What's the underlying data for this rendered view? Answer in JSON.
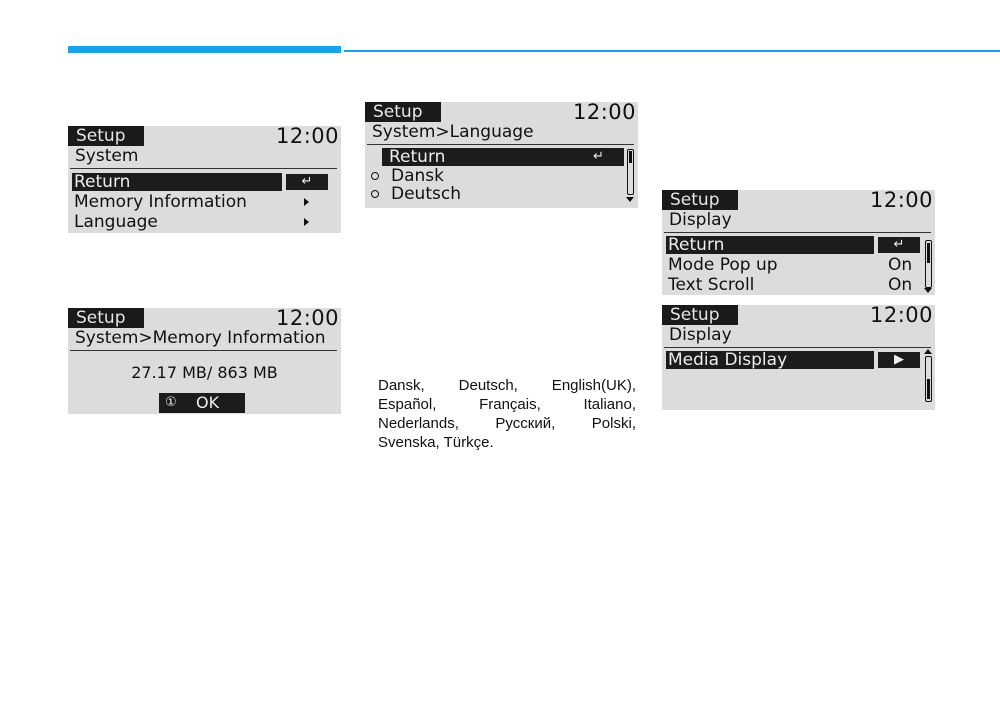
{
  "header": {
    "accent_color": "#1aa3e8"
  },
  "screens": {
    "system": {
      "tab": "Setup",
      "time": "12:00",
      "title": "System",
      "items": [
        {
          "label": "Return",
          "icon": "return-icon"
        },
        {
          "label": "Memory Information",
          "icon": "arrow-right-icon"
        },
        {
          "label": "Language",
          "icon": "arrow-right-icon"
        }
      ]
    },
    "memory": {
      "tab": "Setup",
      "time": "12:00",
      "title": "System>Memory Information",
      "usage": "27.17 MB/ 863 MB",
      "ok_index": "①",
      "ok_label": "OK"
    },
    "language": {
      "tab": "Setup",
      "time": "12:00",
      "title": "System>Language",
      "items": [
        {
          "label": "Return",
          "icon": "return-icon"
        },
        {
          "label": "Dansk"
        },
        {
          "label": "Deutsch"
        }
      ]
    },
    "display1": {
      "tab": "Setup",
      "time": "12:00",
      "title": "Display",
      "items": [
        {
          "label": "Return",
          "icon": "return-icon"
        },
        {
          "label": "Mode Pop up",
          "value": "On"
        },
        {
          "label": "Text Scroll",
          "value": "On"
        }
      ]
    },
    "display2": {
      "tab": "Setup",
      "time": "12:00",
      "title": "Display",
      "items": [
        {
          "label": "Media Display",
          "icon": "arrow-right-icon"
        }
      ]
    }
  },
  "languages_text": "Dansk, Deutsch, English(UK), Español, Français, Italiano, Nederlands, Русский, Polski, Svenska, Türkçe."
}
